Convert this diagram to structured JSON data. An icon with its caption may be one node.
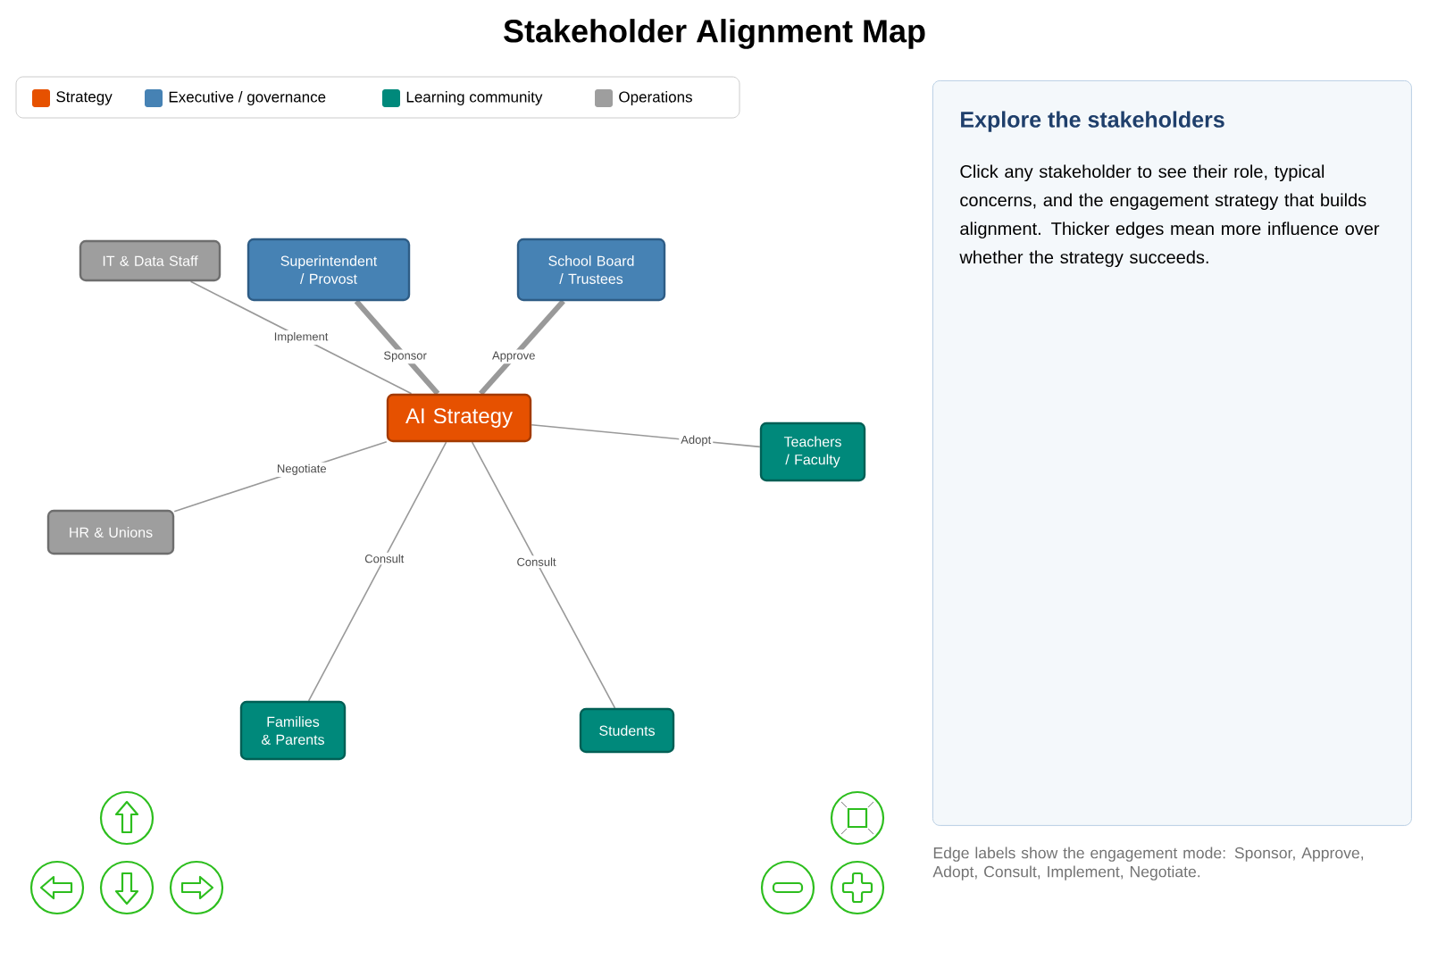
{
  "diagram": {
    "title": "Stakeholder Alignment Map",
    "nodes": [
      {
        "text": [
          "AI Strategy"
        ]
      },
      {
        "text": [
          "IT & Data Staff"
        ]
      },
      {
        "text": [
          "Superintendent / Provost"
        ]
      },
      {
        "text": [
          "School Board / Trustees"
        ]
      },
      {
        "text": [
          "Teachers / Faculty"
        ]
      },
      {
        "text": [
          "HR & Unions"
        ]
      },
      {
        "text": [
          "Families & Parents"
        ]
      },
      {
        "text": [
          "Students"
        ]
      },
      {
        "text": [
          "Explore the stakeholders",
          "Click any stakeholder to see their role, typical concerns, and the engagement strategy that builds alignment. Thicker edges mean more influence over whether the strategy succeeds."
        ]
      }
    ],
    "edges": [
      {
        "from": 0,
        "to": 1,
        "arrow": "none",
        "label": "Implement"
      },
      {
        "from": 0,
        "to": 2,
        "arrow": "none",
        "label": "Sponsor",
        "style": "thick"
      },
      {
        "from": 0,
        "to": 3,
        "arrow": "none",
        "label": "Approve",
        "style": "thick"
      },
      {
        "from": 0,
        "to": 4,
        "arrow": "none",
        "label": "Adopt"
      },
      {
        "from": 0,
        "to": 5,
        "arrow": "none",
        "label": "Negotiate"
      },
      {
        "from": 0,
        "to": 6,
        "arrow": "none",
        "label": "Consult"
      },
      {
        "from": 0,
        "to": 7,
        "arrow": "none",
        "label": "Consult"
      }
    ],
    "labels": [
      "Edge labels show the engagement mode: Sponsor, Approve, Adopt, Consult, Implement, Negotiate."
    ],
    "legend": [
      {
        "text": "Strategy",
        "color": "#e65100"
      },
      {
        "text": "Executive / governance",
        "color": "#4682b4"
      },
      {
        "text": "Learning community",
        "color": "#00897b"
      },
      {
        "text": "Operations",
        "color": "#9e9e9e"
      }
    ]
  }
}
